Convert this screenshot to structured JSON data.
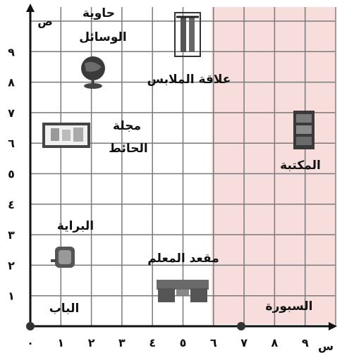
{
  "diagram": {
    "x_axis_label": "س",
    "y_axis_label": "ص",
    "x_ticks": [
      "٠",
      "١",
      "٢",
      "٣",
      "٤",
      "٥",
      "٦",
      "٧",
      "٨",
      "٩"
    ],
    "y_ticks": [
      "١",
      "٢",
      "٣",
      "٤",
      "٥",
      "٦",
      "٧",
      "٨",
      "٩"
    ],
    "items": [
      {
        "id": "bag",
        "label": "حاوية الوسائل",
        "line1": "حاوية",
        "line2": "الوسائل",
        "icon": "globe-icon"
      },
      {
        "id": "rack",
        "label": "علاقة الملابس",
        "icon": "coat-rack-icon"
      },
      {
        "id": "board",
        "label": "مجلة الحائط",
        "line1": "مجلة",
        "line2": "الحائط",
        "icon": "bulletin-board-icon"
      },
      {
        "id": "library",
        "label": "المكتبة",
        "icon": "bookshelf-icon"
      },
      {
        "id": "sharpener",
        "label": "البراية",
        "icon": "pencil-sharpener-icon"
      },
      {
        "id": "desk",
        "label": "مقعد المعلم",
        "icon": "teacher-desk-icon"
      },
      {
        "id": "door",
        "label": "الباب"
      },
      {
        "id": "blackboard",
        "label": "السبورة"
      }
    ],
    "highlight_color": "#f3c7c7",
    "grid_color": "#7a7a7a",
    "axis_color": "#111111",
    "point_color": "#333333"
  }
}
